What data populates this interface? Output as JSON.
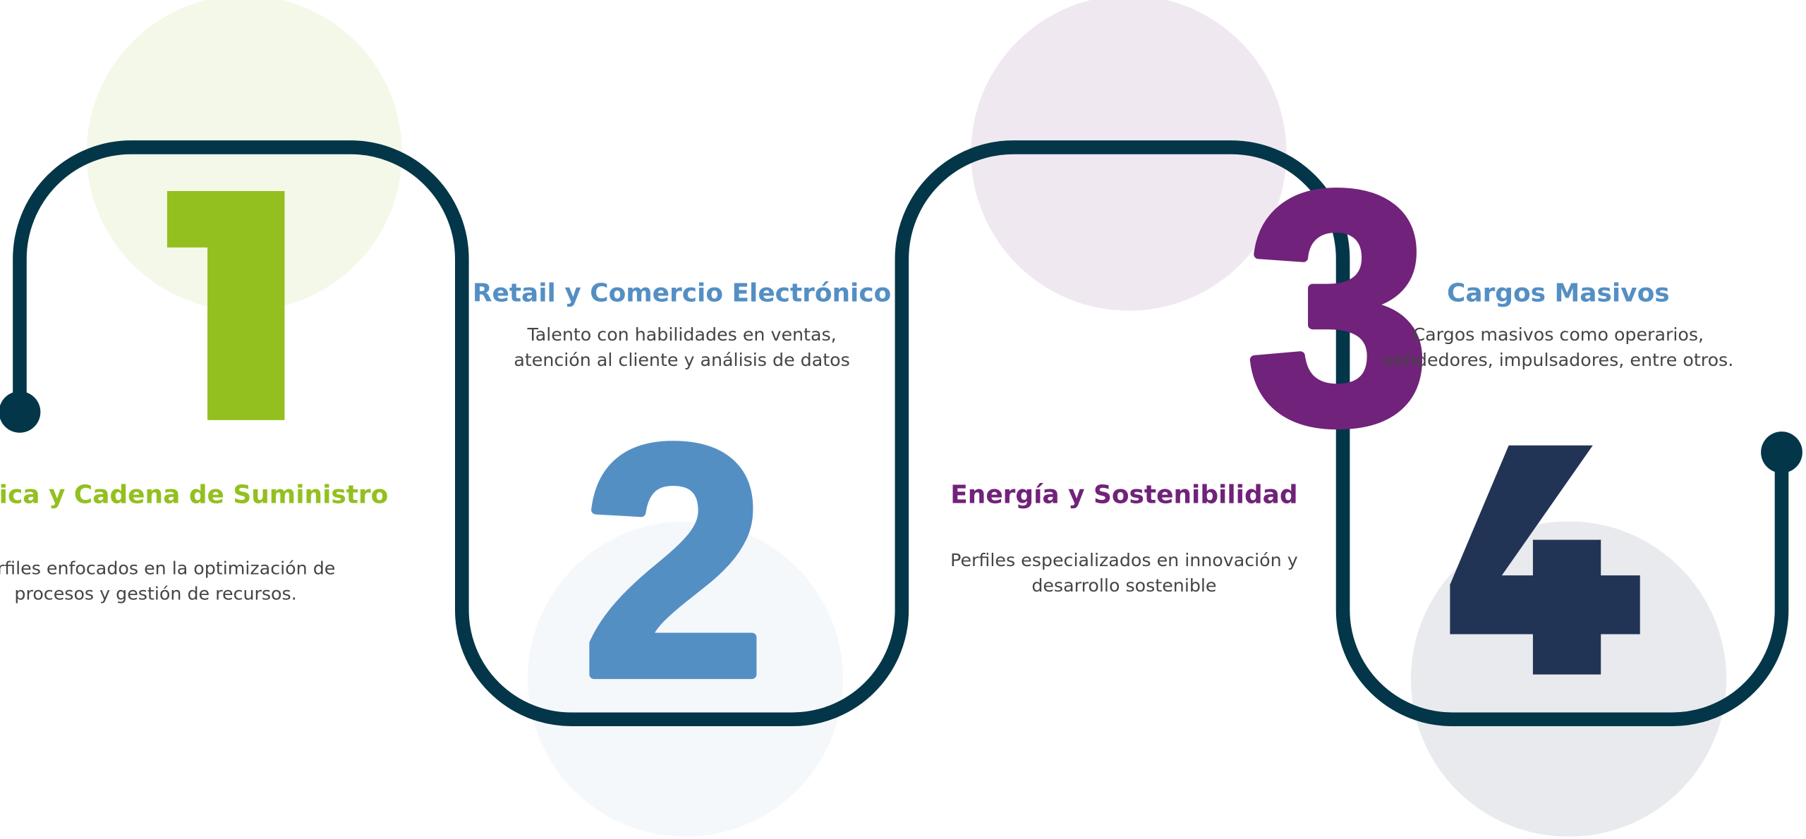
{
  "colors": {
    "path": "#023648",
    "green": "#93c01f",
    "blue": "#548fc4",
    "purple": "#71227a",
    "navy": "#223455",
    "text": "#454545"
  },
  "steps": [
    {
      "number": "1",
      "title": "Logística y Cadena de Suministro",
      "desc": [
        "Perfiles enfocados en la optimización de",
        "procesos y gestión de recursos."
      ]
    },
    {
      "number": "2",
      "title": "Retail y Comercio Electrónico",
      "desc": [
        "Talento con habilidades en ventas,",
        "atención al cliente y análisis de datos"
      ]
    },
    {
      "number": "3",
      "title": "Energía y Sostenibilidad",
      "desc": [
        "Perfiles especializados en innovación y",
        "desarrollo sostenible"
      ]
    },
    {
      "number": "4",
      "title": "Cargos Masivos",
      "desc": [
        "Cargos masivos como operarios,",
        "vendedores, impulsadores, entre otros."
      ]
    }
  ]
}
